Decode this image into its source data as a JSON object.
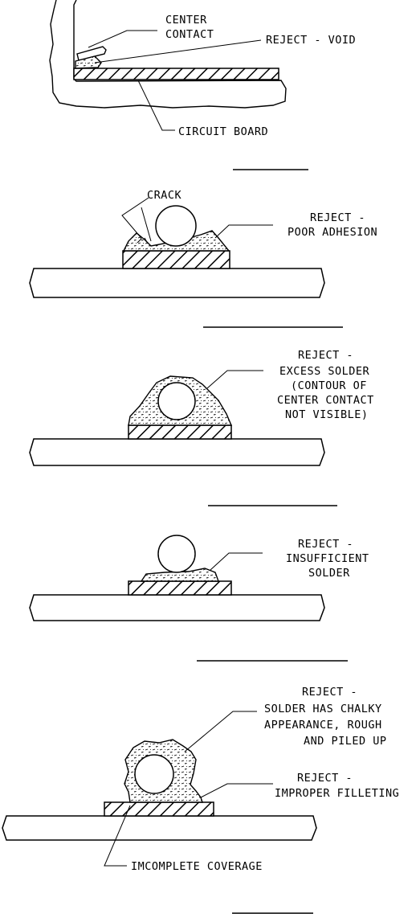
{
  "fig1": {
    "center_contact": [
      "CENTER",
      "CONTACT"
    ],
    "reject_void": "REJECT - VOID",
    "circuit_board": "CIRCUIT BOARD"
  },
  "fig2": {
    "crack": "CRACK",
    "reject": [
      "REJECT -",
      "POOR ADHESION"
    ]
  },
  "fig3": {
    "reject": [
      "REJECT -",
      "EXCESS SOLDER",
      "(CONTOUR OF",
      "CENTER CONTACT",
      "NOT VISIBLE)"
    ]
  },
  "fig4": {
    "reject": [
      "REJECT -",
      "INSUFFICIENT",
      "SOLDER"
    ]
  },
  "fig5": {
    "reject_chalky": [
      "REJECT -",
      "SOLDER HAS CHALKY",
      "APPEARANCE, ROUGH",
      "AND PILED UP"
    ],
    "reject_fillet": [
      "REJECT -",
      "IMPROPER FILLETING"
    ],
    "incomplete": "IMCOMPLETE COVERAGE"
  }
}
